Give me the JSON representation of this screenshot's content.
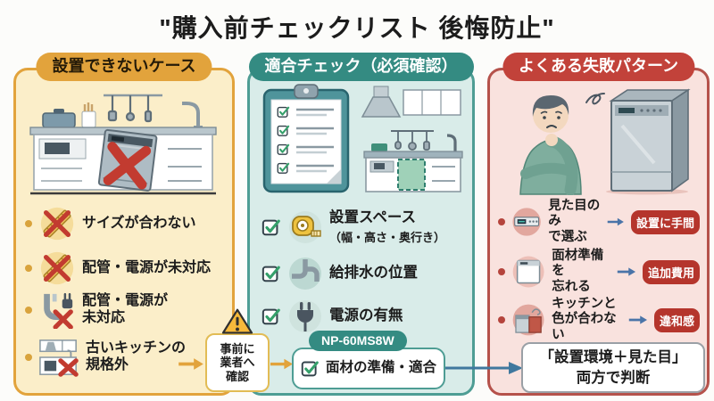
{
  "title": "\"購入前チェックリスト 後悔防止\"",
  "colors": {
    "left_accent": "#e2a33c",
    "middle_accent": "#348b82",
    "right_accent": "#c2423a",
    "alert_badge_red": "#b5352c",
    "flow_arrow_blue": "#40789e",
    "cross_red": "#c23b30"
  },
  "left_panel": {
    "header": "設置できないケース",
    "items": [
      {
        "label": "サイズが合わない",
        "icon": "ruler-crossed"
      },
      {
        "label": "配管・電源が未対応",
        "icon": "ruler-crossed"
      },
      {
        "label": "配管・電源が\n未対応",
        "icon": "pipe-plug-crossed"
      },
      {
        "label": "古いキッチンの\n規格外",
        "icon": "old-kitchen-crossed"
      }
    ]
  },
  "callout": {
    "text": "事前に\n業者へ\n確認",
    "icon": "warning-triangle"
  },
  "middle_panel": {
    "header": "適合チェック（必須確認）",
    "items": [
      {
        "label": "設置スペース",
        "sub": "（幅・高さ・奥行き）",
        "icon": "tape-measure"
      },
      {
        "label": "給排水の位置",
        "icon": "drain-pipe"
      },
      {
        "label": "電源の有無",
        "icon": "power-plug"
      }
    ],
    "model_badge": "NP-60MS8W",
    "highlight_item": "面材の準備・適合"
  },
  "right_panel": {
    "header": "よくある失敗パターン",
    "items": [
      {
        "label": "見た目のみ\nで選ぶ",
        "badge": "設置に手間",
        "icon": "control-panel"
      },
      {
        "label": "面材準備を\n忘れる",
        "badge": "追加費用",
        "icon": "dishwasher-front"
      },
      {
        "label": "キッチンと\n色が合わない",
        "badge": "違和感",
        "icon": "dishwasher-color"
      }
    ]
  },
  "conclusion": {
    "text": "「設置環境＋見た目」\n両方で判断"
  }
}
